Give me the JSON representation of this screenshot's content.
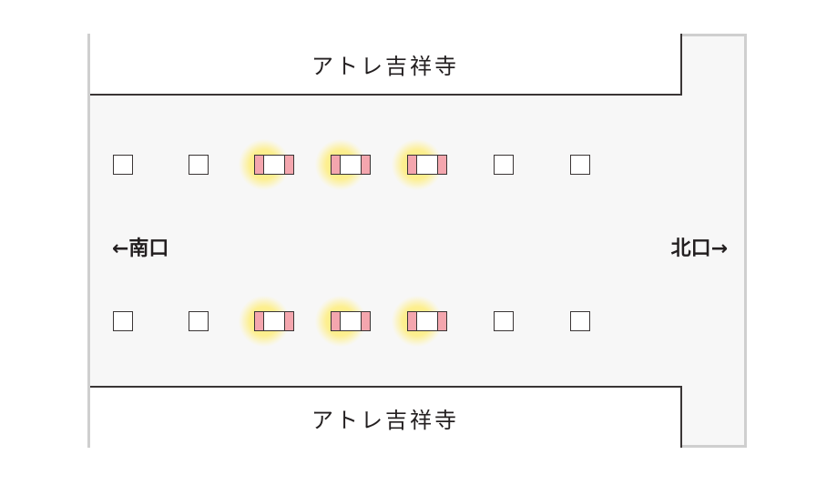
{
  "buildings": {
    "top_label": "アトレ吉祥寺",
    "bottom_label": "アトレ吉祥寺"
  },
  "exits": {
    "south": "←南口",
    "north": "北口→"
  },
  "colors": {
    "lamp_accent": "#f4a6ae",
    "glow": "#ffe878",
    "outline": "#3a3535",
    "frame": "#cfcfcf"
  }
}
